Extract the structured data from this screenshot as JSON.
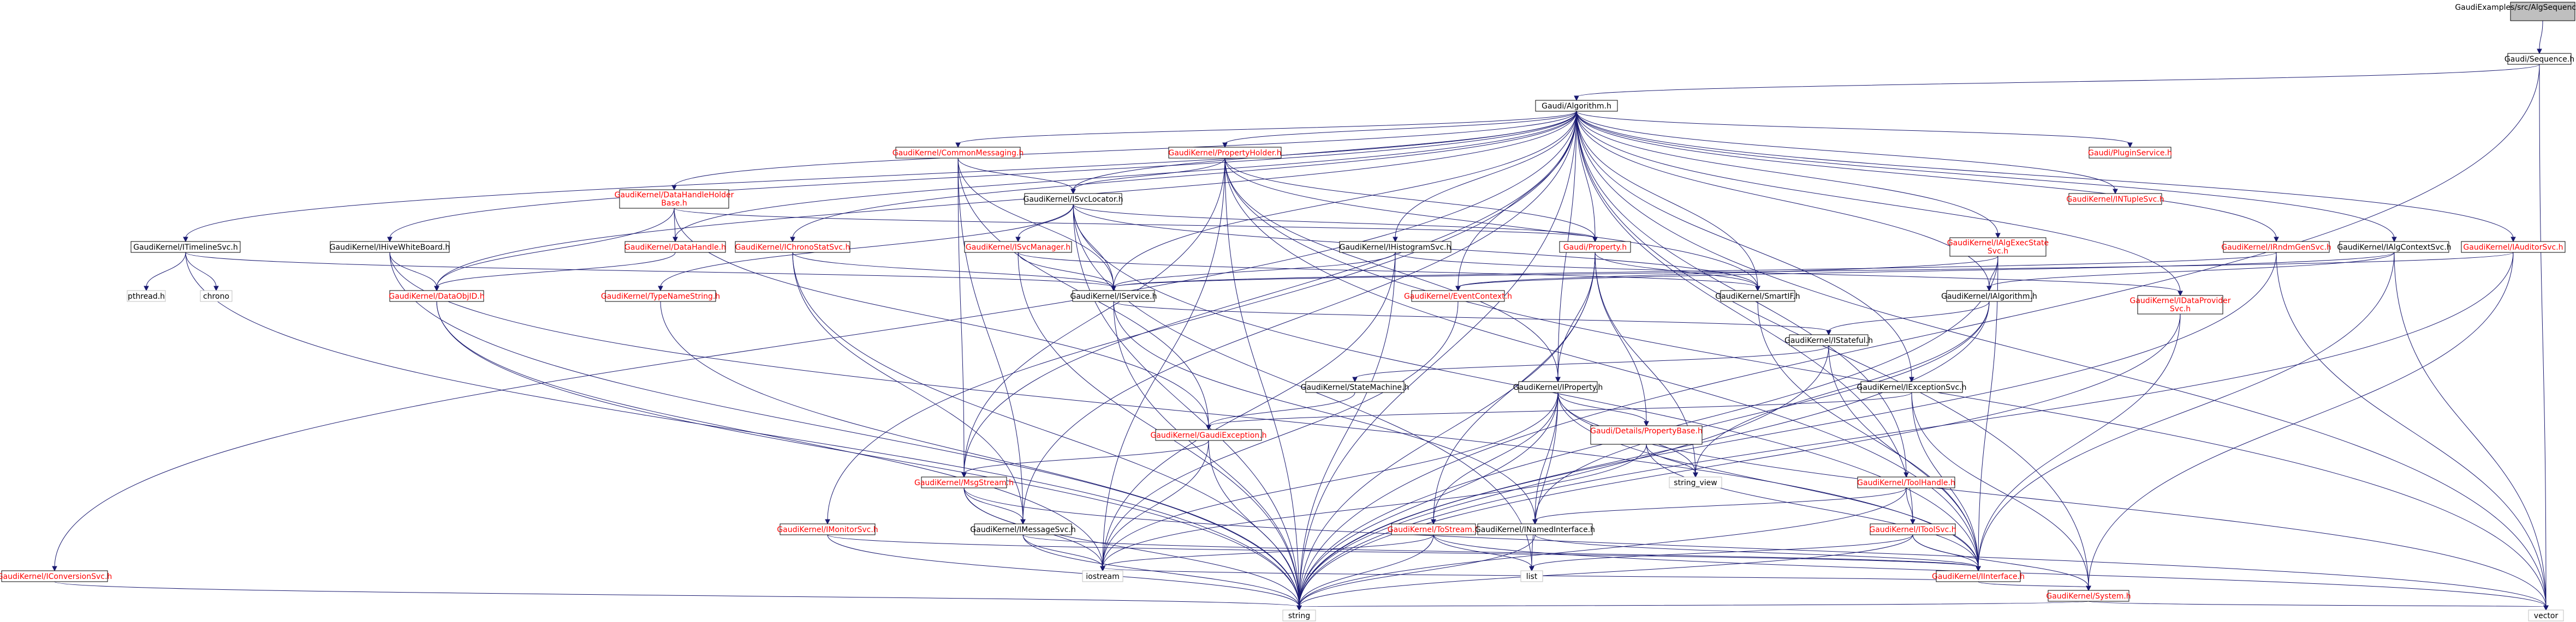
{
  "graph": {
    "nodes": [
      {
        "id": "root",
        "label": "GaudiExamples/src/AlgSequencer/ParentAlg.h",
        "style": "root"
      },
      {
        "id": "seq",
        "label": "Gaudi/Sequence.h",
        "style": "black"
      },
      {
        "id": "alg",
        "label": "Gaudi/Algorithm.h",
        "style": "black"
      },
      {
        "id": "commonmsg",
        "label": "GaudiKernel/CommonMessaging.h",
        "style": "red"
      },
      {
        "id": "propholder",
        "label": "GaudiKernel/PropertyHolder.h",
        "style": "red"
      },
      {
        "id": "pluginsvc",
        "label": "Gaudi/PluginService.h",
        "style": "red"
      },
      {
        "id": "intuplesvc",
        "label": "GaudiKernel/INTupleSvc.h",
        "style": "red"
      },
      {
        "id": "timelinesvc",
        "label": "GaudiKernel/ITimelineSvc.h",
        "style": "black"
      },
      {
        "id": "datahandleholder",
        "label": "GaudiKernel/DataHandleHolder Base.h",
        "style": "red"
      },
      {
        "id": "ihivewhiteboard",
        "label": "GaudiKernel/IHiveWhiteBoard.h",
        "style": "black"
      },
      {
        "id": "isvclocator",
        "label": "GaudiKernel/ISvcLocator.h",
        "style": "black"
      },
      {
        "id": "ichronostatsvc",
        "label": "GaudiKernel/IChronoStatSvc.h",
        "style": "red"
      },
      {
        "id": "ihistogramsvc",
        "label": "GaudiKernel/IHistogramSvc.h",
        "style": "black"
      },
      {
        "id": "property",
        "label": "Gaudi/Property.h",
        "style": "red"
      },
      {
        "id": "ialgexecstate",
        "label": "GaudiKernel/IAlgExecState Svc.h",
        "style": "red"
      },
      {
        "id": "irndmgensvc",
        "label": "GaudiKernel/IRndmGenSvc.h",
        "style": "red"
      },
      {
        "id": "ialgcontextsvc",
        "label": "GaudiKernel/IAlgContextSvc.h",
        "style": "black"
      },
      {
        "id": "iauditorsvc",
        "label": "GaudiKernel/IAuditorSvc.h",
        "style": "red"
      },
      {
        "id": "datahandle",
        "label": "GaudiKernel/DataHandle.h",
        "style": "red"
      },
      {
        "id": "isvcmanager",
        "label": "GaudiKernel/ISvcManager.h",
        "style": "red"
      },
      {
        "id": "pthread",
        "label": "pthread.h",
        "style": "plain"
      },
      {
        "id": "chrono",
        "label": "chrono",
        "style": "plain"
      },
      {
        "id": "dataobjid",
        "label": "GaudiKernel/DataObjID.h",
        "style": "red"
      },
      {
        "id": "typenamestring",
        "label": "GaudiKernel/TypeNameString.h",
        "style": "red"
      },
      {
        "id": "iservice",
        "label": "GaudiKernel/IService.h",
        "style": "black"
      },
      {
        "id": "eventcontext",
        "label": "GaudiKernel/EventContext.h",
        "style": "red"
      },
      {
        "id": "smartif",
        "label": "GaudiKernel/SmartIF.h",
        "style": "black"
      },
      {
        "id": "ialgorithm",
        "label": "GaudiKernel/IAlgorithm.h",
        "style": "black"
      },
      {
        "id": "dataprovidersvc",
        "label": "GaudiKernel/IDataProvider Svc.h",
        "style": "red"
      },
      {
        "id": "istateful",
        "label": "GaudiKernel/IStateful.h",
        "style": "black"
      },
      {
        "id": "statemachine",
        "label": "GaudiKernel/StateMachine.h",
        "style": "black"
      },
      {
        "id": "iproperty",
        "label": "GaudiKernel/IProperty.h",
        "style": "black"
      },
      {
        "id": "iexceptionsvc",
        "label": "GaudiKernel/IExceptionSvc.h",
        "style": "black"
      },
      {
        "id": "gaudiexception",
        "label": "GaudiKernel/GaudiException.h",
        "style": "red"
      },
      {
        "id": "propertybase",
        "label": "Gaudi/Details/PropertyBase.h",
        "style": "red"
      },
      {
        "id": "string_view",
        "label": "string_view",
        "style": "plain"
      },
      {
        "id": "toolhandle",
        "label": "GaudiKernel/ToolHandle.h",
        "style": "red"
      },
      {
        "id": "msgstream",
        "label": "GaudiKernel/MsgStream.h",
        "style": "red"
      },
      {
        "id": "imonitorsvc",
        "label": "GaudiKernel/IMonitorSvc.h",
        "style": "red"
      },
      {
        "id": "imessagesvc",
        "label": "GaudiKernel/IMessageSvc.h",
        "style": "black"
      },
      {
        "id": "tostream",
        "label": "GaudiKernel/ToStream.h",
        "style": "red"
      },
      {
        "id": "inamedinterface",
        "label": "GaudiKernel/INamedInterface.h",
        "style": "black"
      },
      {
        "id": "itoolsvc",
        "label": "GaudiKernel/IToolSvc.h",
        "style": "red"
      },
      {
        "id": "iconversionsvc",
        "label": "GaudiKernel/IConversionSvc.h",
        "style": "red"
      },
      {
        "id": "iostream",
        "label": "iostream",
        "style": "plain"
      },
      {
        "id": "list",
        "label": "list",
        "style": "plain"
      },
      {
        "id": "iinterface",
        "label": "GaudiKernel/IInterface.h",
        "style": "red"
      },
      {
        "id": "system",
        "label": "GaudiKernel/System.h",
        "style": "red"
      },
      {
        "id": "string",
        "label": "string",
        "style": "plain"
      },
      {
        "id": "vector",
        "label": "vector",
        "style": "plain"
      }
    ],
    "edges": [
      [
        "root",
        "seq"
      ],
      [
        "seq",
        "alg"
      ],
      [
        "seq",
        "string"
      ],
      [
        "seq",
        "vector"
      ],
      [
        "alg",
        "commonmsg"
      ],
      [
        "alg",
        "propholder"
      ],
      [
        "alg",
        "pluginsvc"
      ],
      [
        "alg",
        "intuplesvc"
      ],
      [
        "alg",
        "timelinesvc"
      ],
      [
        "alg",
        "datahandleholder"
      ],
      [
        "alg",
        "ihivewhiteboard"
      ],
      [
        "alg",
        "isvclocator"
      ],
      [
        "alg",
        "ichronostatsvc"
      ],
      [
        "alg",
        "ihistogramsvc"
      ],
      [
        "alg",
        "property"
      ],
      [
        "alg",
        "ialgexecstate"
      ],
      [
        "alg",
        "irndmgensvc"
      ],
      [
        "alg",
        "ialgcontextsvc"
      ],
      [
        "alg",
        "iauditorsvc"
      ],
      [
        "alg",
        "datahandle"
      ],
      [
        "alg",
        "dataobjid"
      ],
      [
        "alg",
        "iservice"
      ],
      [
        "alg",
        "eventcontext"
      ],
      [
        "alg",
        "smartif"
      ],
      [
        "alg",
        "ialgorithm"
      ],
      [
        "alg",
        "dataprovidersvc"
      ],
      [
        "alg",
        "iproperty"
      ],
      [
        "alg",
        "iexceptionsvc"
      ],
      [
        "alg",
        "toolhandle"
      ],
      [
        "alg",
        "msgstream"
      ],
      [
        "alg",
        "imonitorsvc"
      ],
      [
        "alg",
        "imessagesvc"
      ],
      [
        "alg",
        "itoolsvc"
      ],
      [
        "alg",
        "iconversionsvc"
      ],
      [
        "alg",
        "system"
      ],
      [
        "alg",
        "string"
      ],
      [
        "alg",
        "vector"
      ],
      [
        "commonmsg",
        "isvclocator"
      ],
      [
        "commonmsg",
        "iservice"
      ],
      [
        "commonmsg",
        "msgstream"
      ],
      [
        "commonmsg",
        "imessagesvc"
      ],
      [
        "commonmsg",
        "gaudiexception"
      ],
      [
        "propholder",
        "isvclocator"
      ],
      [
        "propholder",
        "property"
      ],
      [
        "propholder",
        "iproperty"
      ],
      [
        "propholder",
        "smartif"
      ],
      [
        "propholder",
        "iinterface"
      ],
      [
        "propholder",
        "msgstream"
      ],
      [
        "propholder",
        "string"
      ],
      [
        "propholder",
        "vector"
      ],
      [
        "propholder",
        "iostream"
      ],
      [
        "datahandleholder",
        "datahandle"
      ],
      [
        "datahandleholder",
        "dataobjid"
      ],
      [
        "datahandleholder",
        "property"
      ],
      [
        "datahandleholder",
        "gaudiexception"
      ],
      [
        "datahandle",
        "dataobjid"
      ],
      [
        "timelinesvc",
        "pthread"
      ],
      [
        "timelinesvc",
        "chrono"
      ],
      [
        "timelinesvc",
        "iservice"
      ],
      [
        "timelinesvc",
        "string"
      ],
      [
        "ihivewhiteboard",
        "dataobjid"
      ],
      [
        "ihivewhiteboard",
        "iinterface"
      ],
      [
        "ihivewhiteboard",
        "string"
      ],
      [
        "isvclocator",
        "isvcmanager"
      ],
      [
        "isvclocator",
        "smartif"
      ],
      [
        "isvclocator",
        "iinterface"
      ],
      [
        "isvclocator",
        "typenamestring"
      ],
      [
        "isvclocator",
        "iservice"
      ],
      [
        "isvclocator",
        "string"
      ],
      [
        "isvclocator",
        "list"
      ],
      [
        "isvclocator",
        "property"
      ],
      [
        "ichronostatsvc",
        "iservice"
      ],
      [
        "ichronostatsvc",
        "imessagesvc"
      ],
      [
        "ichronostatsvc",
        "string"
      ],
      [
        "ihistogramsvc",
        "iservice"
      ],
      [
        "ihistogramsvc",
        "dataprovidersvc"
      ],
      [
        "ihistogramsvc",
        "iostream"
      ],
      [
        "ihistogramsvc",
        "string"
      ],
      [
        "property",
        "iproperty"
      ],
      [
        "property",
        "propertybase"
      ],
      [
        "property",
        "tostream"
      ],
      [
        "property",
        "string"
      ],
      [
        "property",
        "string_view"
      ],
      [
        "property",
        "smartif"
      ],
      [
        "ialgexecstate",
        "ialgorithm"
      ],
      [
        "ialgexecstate",
        "eventcontext"
      ],
      [
        "ialgexecstate",
        "iinterface"
      ],
      [
        "ialgexecstate",
        "string"
      ],
      [
        "irndmgensvc",
        "iservice"
      ],
      [
        "irndmgensvc",
        "vector"
      ],
      [
        "irndmgensvc",
        "string"
      ],
      [
        "ialgcontextsvc",
        "ialgorithm"
      ],
      [
        "ialgcontextsvc",
        "eventcontext"
      ],
      [
        "ialgcontextsvc",
        "iinterface"
      ],
      [
        "ialgcontextsvc",
        "vector"
      ],
      [
        "iauditorsvc",
        "iservice"
      ],
      [
        "iauditorsvc",
        "system"
      ],
      [
        "iauditorsvc",
        "string"
      ],
      [
        "isvcmanager",
        "iservice"
      ],
      [
        "isvcmanager",
        "smartif"
      ],
      [
        "isvcmanager",
        "string"
      ],
      [
        "dataobjid",
        "string"
      ],
      [
        "dataobjid",
        "iostream"
      ],
      [
        "typenamestring",
        "string"
      ],
      [
        "iservice",
        "istateful"
      ],
      [
        "iservice",
        "inamedinterface"
      ],
      [
        "iservice",
        "string"
      ],
      [
        "eventcontext",
        "iostream"
      ],
      [
        "smartif",
        "iinterface"
      ],
      [
        "ialgorithm",
        "istateful"
      ],
      [
        "ialgorithm",
        "inamedinterface"
      ],
      [
        "ialgorithm",
        "string"
      ],
      [
        "ialgorithm",
        "string_view"
      ],
      [
        "dataprovidersvc",
        "iinterface"
      ],
      [
        "dataprovidersvc",
        "string"
      ],
      [
        "istateful",
        "statemachine"
      ],
      [
        "istateful",
        "iinterface"
      ],
      [
        "istateful",
        "string"
      ],
      [
        "statemachine",
        "gaudiexception"
      ],
      [
        "iproperty",
        "propertybase"
      ],
      [
        "iproperty",
        "inamedinterface"
      ],
      [
        "iproperty",
        "iinterface"
      ],
      [
        "iproperty",
        "string"
      ],
      [
        "iproperty",
        "string_view"
      ],
      [
        "iproperty",
        "vector"
      ],
      [
        "iproperty",
        "iostream"
      ],
      [
        "iproperty",
        "tostream"
      ],
      [
        "iproperty",
        "list"
      ],
      [
        "iexceptionsvc",
        "iinterface"
      ],
      [
        "iexceptionsvc",
        "gaudiexception"
      ],
      [
        "iexceptionsvc",
        "system"
      ],
      [
        "gaudiexception",
        "msgstream"
      ],
      [
        "gaudiexception",
        "string"
      ],
      [
        "gaudiexception",
        "iostream"
      ],
      [
        "propertybase",
        "iostream"
      ],
      [
        "propertybase",
        "string_view"
      ],
      [
        "propertybase",
        "iinterface"
      ],
      [
        "toolhandle",
        "itoolsvc"
      ],
      [
        "toolhandle",
        "inamedinterface"
      ],
      [
        "toolhandle",
        "string"
      ],
      [
        "msgstream",
        "imessagesvc"
      ],
      [
        "msgstream",
        "iostream"
      ],
      [
        "msgstream",
        "string"
      ],
      [
        "msgstream",
        "vector"
      ],
      [
        "imonitorsvc",
        "iinterface"
      ],
      [
        "imonitorsvc",
        "string"
      ],
      [
        "imessagesvc",
        "iinterface"
      ],
      [
        "imessagesvc",
        "string"
      ],
      [
        "imessagesvc",
        "iostream"
      ],
      [
        "tostream",
        "string"
      ],
      [
        "tostream",
        "iostream"
      ],
      [
        "tostream",
        "list"
      ],
      [
        "tostream",
        "vector"
      ],
      [
        "inamedinterface",
        "iinterface"
      ],
      [
        "inamedinterface",
        "string"
      ],
      [
        "itoolsvc",
        "iinterface"
      ],
      [
        "itoolsvc",
        "system"
      ],
      [
        "itoolsvc",
        "string"
      ],
      [
        "itoolsvc",
        "list"
      ],
      [
        "iconversionsvc",
        "string"
      ],
      [
        "iinterface",
        "system"
      ],
      [
        "iinterface",
        "iostream"
      ],
      [
        "system",
        "string"
      ],
      [
        "system",
        "vector"
      ]
    ]
  }
}
